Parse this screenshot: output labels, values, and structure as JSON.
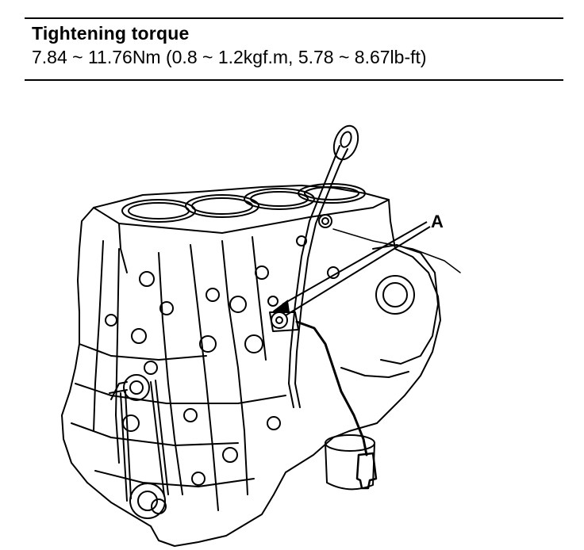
{
  "spec": {
    "title": "Tightening torque",
    "value": "7.84 ~ 11.76Nm (0.8 ~ 1.2kgf.m, 5.78 ~ 8.67lb-ft)"
  },
  "figure": {
    "callout_label": "A"
  }
}
